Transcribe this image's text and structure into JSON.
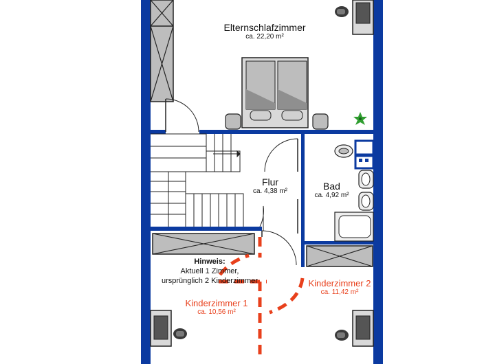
{
  "colors": {
    "wall": "#0b3aa0",
    "red_marker": "#e8401c",
    "furniture_fill": "#bdbdbd",
    "furniture_dark": "#3a3a3a",
    "plant": "#2f9e30"
  },
  "rooms": {
    "elternschlafzimmer": {
      "name": "Elternschlafzimmer",
      "area": "ca. 22,20 m²"
    },
    "flur": {
      "name": "Flur",
      "area": "ca. 4,38 m²"
    },
    "bad": {
      "name": "Bad",
      "area": "ca. 4,92 m²"
    },
    "kinderzimmer1": {
      "name": "Kinderzimmer 1",
      "area": "ca. 10,56 m²"
    },
    "kinderzimmer2": {
      "name": "Kinderzimmer 2",
      "area": "ca. 11,42 m²"
    }
  },
  "note": {
    "title": "Hinweis:",
    "line1": "Aktuell 1 Zimmer,",
    "line2": "ursprünglich 2 Kinderzimmer"
  }
}
